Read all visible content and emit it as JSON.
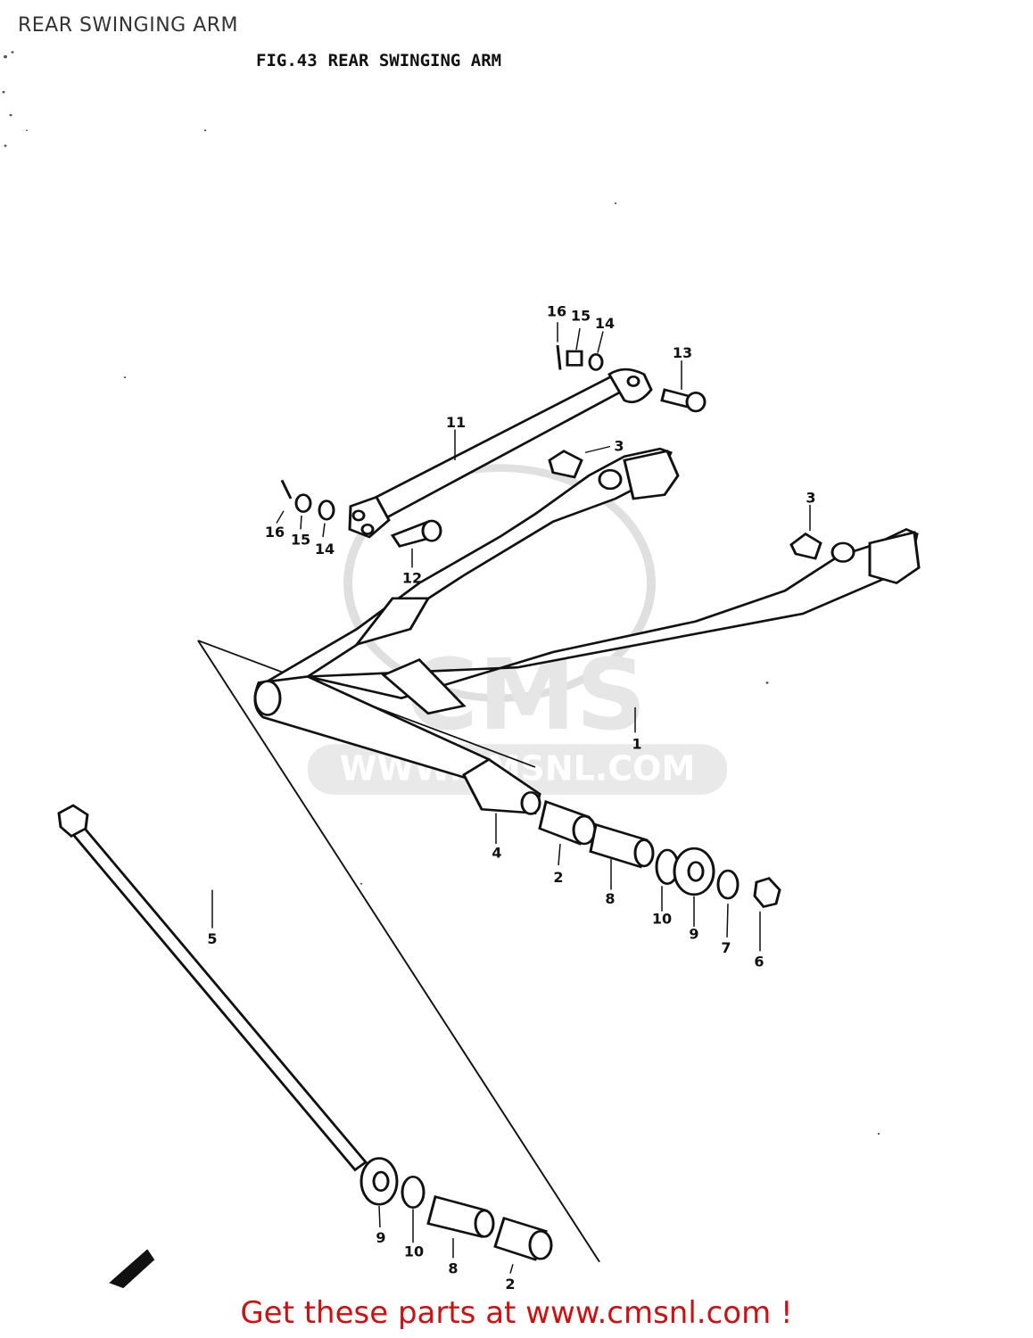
{
  "header": {
    "title": "REAR SWINGING ARM"
  },
  "figure": {
    "number": "FIG.43",
    "title": "REAR SWINGING ARM"
  },
  "watermark": {
    "text": "WWW.CMSNL.COM",
    "logo": "CMS"
  },
  "callouts": {
    "c16a": "16",
    "c15a": "15",
    "c14a": "14",
    "c13": "13",
    "c11": "11",
    "c3a": "3",
    "c3b": "3",
    "c16b": "16",
    "c15b": "15",
    "c14b": "14",
    "c12": "12",
    "c1": "1",
    "c4": "4",
    "c2a": "2",
    "c8a": "8",
    "c10a": "10",
    "c9a": "9",
    "c7": "7",
    "c6": "6",
    "c5": "5",
    "c9b": "9",
    "c10b": "10",
    "c8b": "8",
    "c2b": "2"
  },
  "footer": {
    "text": "Get these parts at www.cmsnl.com !"
  }
}
